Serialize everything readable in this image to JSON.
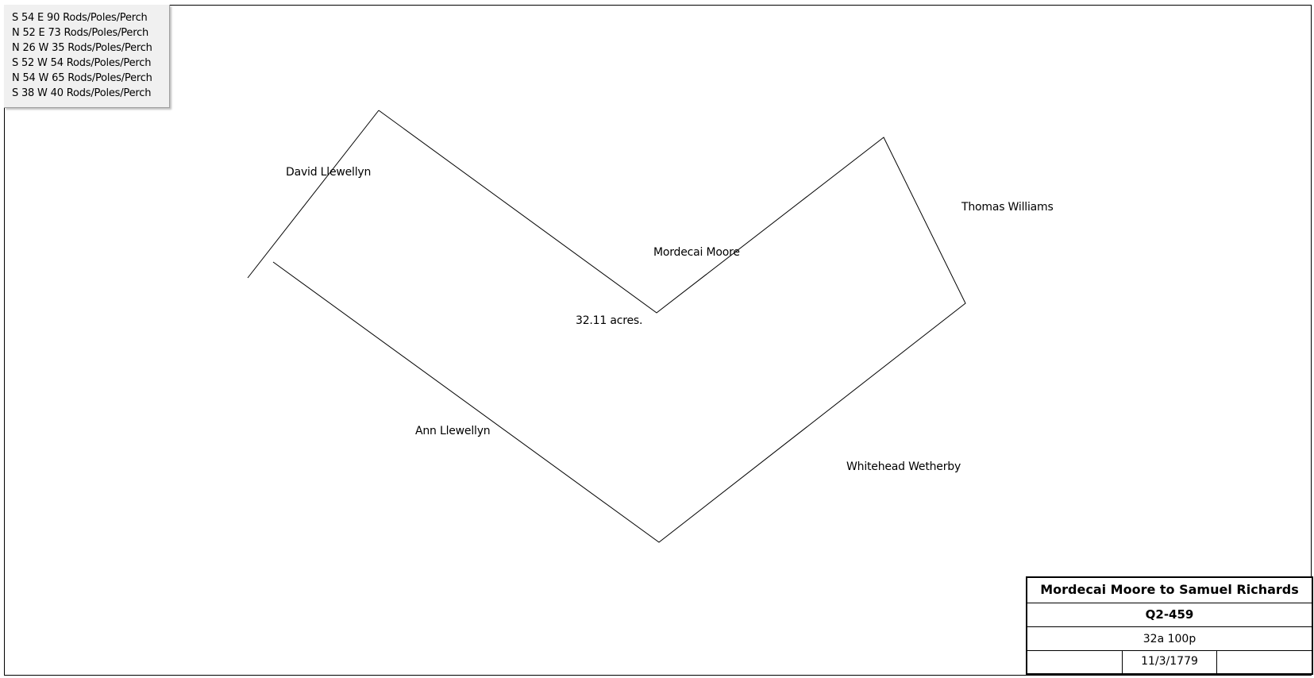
{
  "calls": [
    "S 54 E 90 Rods/Poles/Perch",
    "N 52 E 73 Rods/Poles/Perch",
    "N 26 W 35 Rods/Poles/Perch",
    "S 52 W 54 Rods/Poles/Perch",
    "N 54 W 65 Rods/Poles/Perch",
    "S 38 W 40 Rods/Poles/Perch"
  ],
  "labels": {
    "neighbor_nw": "David Llewellyn",
    "neighbor_center": "Mordecai Moore",
    "neighbor_ne": "Thomas Williams",
    "neighbor_sw": "Ann Llewellyn",
    "neighbor_se": "Whitehead Wetherby",
    "area": "32.11 acres."
  },
  "title_block": {
    "title": "Mordecai Moore to Samuel Richards",
    "id": "Q2-459",
    "area": "32a 100p",
    "date": "11/3/1779",
    "cell_left": "",
    "cell_right": ""
  },
  "colors": {
    "line": "#000000",
    "calls_box_bg": "#f0f0f0"
  }
}
